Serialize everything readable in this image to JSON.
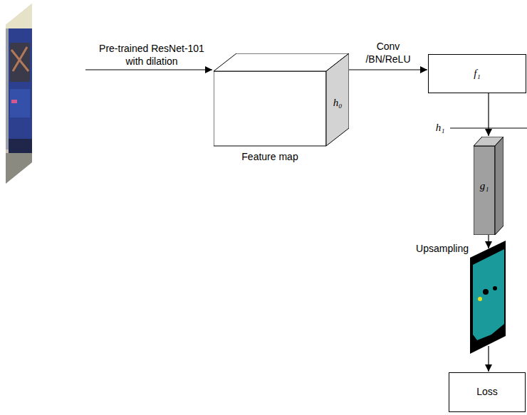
{
  "diagram": {
    "nodes": [
      {
        "text": [
          "h₀",
          "Feature map"
        ]
      },
      {
        "text": [
          "f₁"
        ]
      },
      {
        "text": [
          "g₁"
        ]
      },
      {
        "text": [
          "Loss"
        ]
      }
    ],
    "edges": [
      {
        "from": 0,
        "to": 1,
        "label": "Conv /BN/ReLU",
        "arrow": "to"
      },
      {
        "from": 1,
        "to": 2,
        "arrow": "to"
      }
    ],
    "labels": [
      "Pre-trained ResNet-101 with dilation",
      "h₁",
      "Upsampling"
    ]
  }
}
